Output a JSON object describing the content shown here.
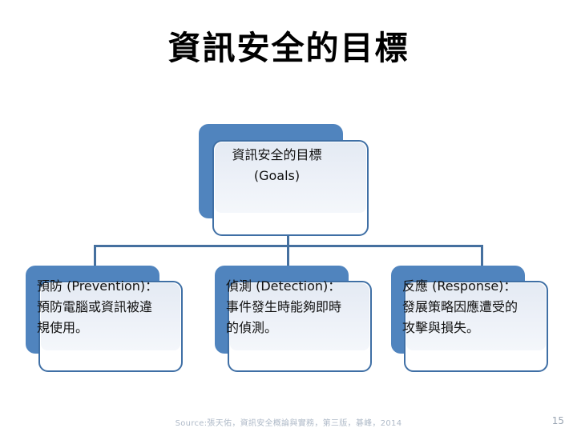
{
  "slide": {
    "title": "資訊安全的目標",
    "page_number": "15",
    "source_note": "Source:張天佑，資訊安全概論與實務，第三版，碁峰，2014",
    "colors": {
      "plate_blue": "#5084BE",
      "card_border": "#3F6FA5",
      "connector": "#45709F",
      "card_fill_top": "#E4EAF3",
      "card_fill_bottom": "#F4F7FB",
      "title_text": "#000000",
      "footer_text": "#AFBAC8"
    }
  },
  "diagram": {
    "type": "org-chart",
    "root": {
      "label": "資訊安全的目標\n(Goals)",
      "term_zh": "資訊安全的目標",
      "term_en": "(Goals)"
    },
    "children": [
      {
        "id": "prevention",
        "label": "預防 (Prevention)：\n預防電腦或資訊被違規使用。",
        "term_zh": "預防",
        "term_en": "(Prevention)",
        "description": "預防電腦或資訊被違規使用。"
      },
      {
        "id": "detection",
        "label": "偵測 (Detection)：\n事件發生時能夠即時的偵測。",
        "term_zh": "偵測",
        "term_en": "(Detection)",
        "description": "事件發生時能夠即時的偵測。"
      },
      {
        "id": "response",
        "label": "反應 (Response)：\n發展策略因應遭受的攻擊與損失。",
        "term_zh": "反應",
        "term_en": "(Response)",
        "description": "發展策略因應遭受的攻擊與損失。"
      }
    ]
  }
}
